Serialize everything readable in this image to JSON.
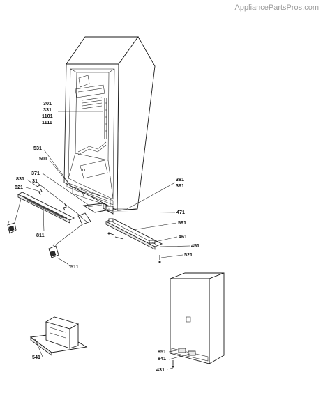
{
  "watermark": "AppliancePartsPros.com",
  "labels": {
    "l301": "301",
    "l331": "331",
    "l1101": "1101",
    "l1111": "1111",
    "l531": "531",
    "l501": "501",
    "l371": "371",
    "l831": "831",
    "l31": "31",
    "l821": "821",
    "l381": "381",
    "l391": "391",
    "l471": "471",
    "l591": "591",
    "l461": "461",
    "l451": "451",
    "l521": "521",
    "l811": "811",
    "l511": "511",
    "l851": "851",
    "l841": "841",
    "l431": "431",
    "l541": "541"
  }
}
